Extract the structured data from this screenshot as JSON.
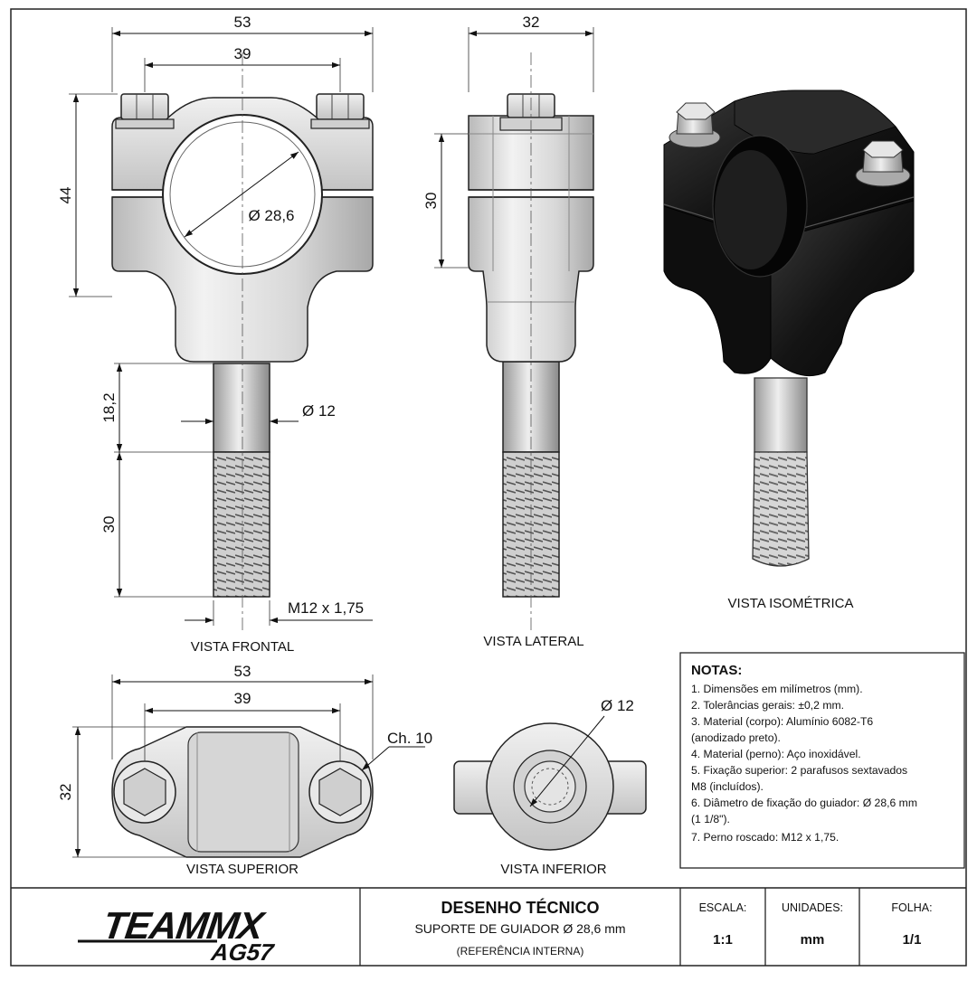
{
  "dimensions": {
    "front_width_total": "53",
    "front_bolt_spacing": "39",
    "front_height": "44",
    "clamp_diameter": "Ø 28,6",
    "side_width": "32",
    "side_height": "30",
    "shank_length": "18,2",
    "shank_diameter": "Ø 12",
    "thread_length": "30",
    "thread_spec": "M12 x 1,75",
    "top_width_total": "53",
    "top_bolt_spacing": "39",
    "top_depth": "32",
    "chamfer": "Ch. 10",
    "bottom_diameter": "Ø 12"
  },
  "views": {
    "front": "VISTA FRONTAL",
    "side": "VISTA LATERAL",
    "iso": "VISTA ISOMÉTRICA",
    "top": "VISTA SUPERIOR",
    "bottom": "VISTA INFERIOR"
  },
  "notes": {
    "title": "NOTAS:",
    "lines": [
      "1.  Dimensões em milímetros (mm).",
      "2.  Tolerâncias gerais: ±0,2 mm.",
      "3.  Material (corpo): Alumínio 6082-T6",
      "     (anodizado preto).",
      "4.  Material (perno): Aço inoxidável.",
      "5.  Fixação superior: 2 parafusos sextavados",
      "     M8 (incluídos).",
      "6.  Diâmetro de fixação do guiador: Ø 28,6 mm",
      "     (1 1/8\").",
      "7.  Perno roscado: M12 x 1,75."
    ]
  },
  "title_block": {
    "logo_line1": "TEAMMX",
    "logo_line2": "AG57",
    "title": "DESENHO TÉCNICO",
    "subtitle": "SUPORTE DE GUIADOR Ø 28,6 mm",
    "reference": "(REFERÊNCIA INTERNA)",
    "scale_label": "ESCALA:",
    "scale_value": "1:1",
    "units_label": "UNIDADES:",
    "units_value": "mm",
    "sheet_label": "FOLHA:",
    "sheet_value": "1/1"
  },
  "colors": {
    "metal": "#dcdcdc",
    "anodized_black": "#151515",
    "line": "#222222"
  }
}
